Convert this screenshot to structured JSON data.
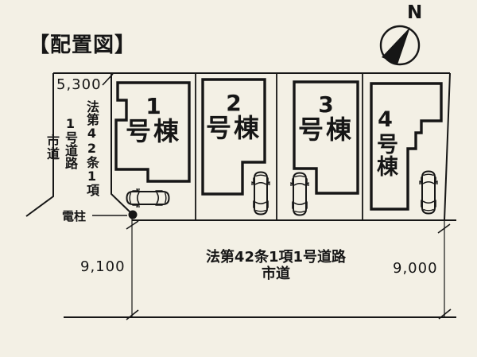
{
  "title": "【配置図】",
  "compass": {
    "label": "N",
    "icon": "compass-north-icon"
  },
  "dimensions": {
    "left_road_width": "5,300",
    "front_road_left": "9,100",
    "front_road_right": "9,000"
  },
  "left_road": {
    "regulation": "法第42条1項",
    "road_number": "1号道路",
    "road_type": "市道"
  },
  "bottom_road": {
    "regulation": "法第42条1項1号道路",
    "road_type": "市道"
  },
  "pole_label": "電柱",
  "buildings": [
    {
      "digit": "1",
      "suffix": "号棟",
      "label": "1号棟"
    },
    {
      "digit": "2",
      "suffix": "号棟",
      "label": "2号棟"
    },
    {
      "digit": "3",
      "suffix": "号棟",
      "label": "3号棟"
    },
    {
      "digit": "4",
      "suffix": "号棟",
      "label": "4号棟"
    }
  ],
  "icons": {
    "car": "car-top-view-icon",
    "pole_marker": "utility-pole-marker",
    "compass": "compass-north-icon"
  },
  "colors": {
    "paper": "#f3f0e5",
    "ink": "#161616"
  }
}
